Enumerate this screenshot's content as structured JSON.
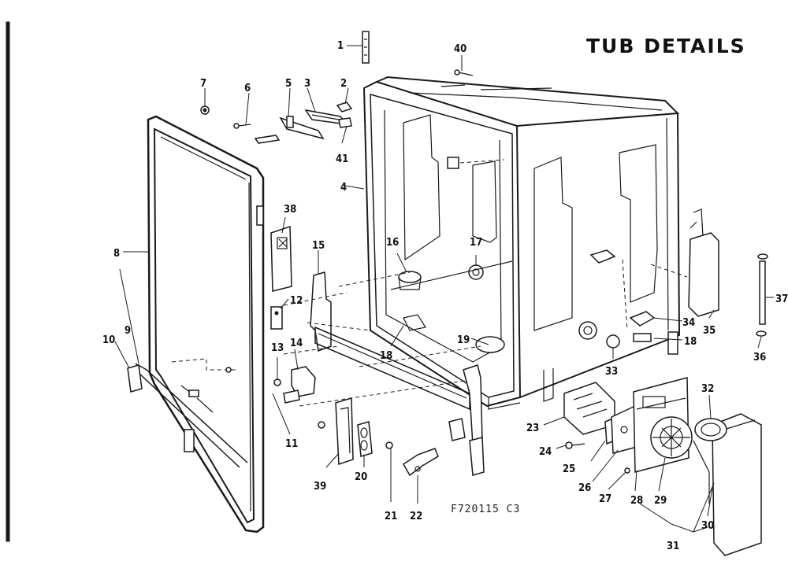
{
  "title": "TUB DETAILS",
  "drawing_code": "F720115   C3",
  "callouts": [
    "1",
    "2",
    "3",
    "4",
    "5",
    "6",
    "7",
    "8",
    "9",
    "10",
    "11",
    "12",
    "13",
    "14",
    "15",
    "16",
    "17",
    "18",
    "18",
    "19",
    "20",
    "21",
    "22",
    "23",
    "24",
    "25",
    "26",
    "27",
    "28",
    "29",
    "30",
    "31",
    "32",
    "33",
    "34",
    "35",
    "36",
    "37",
    "38",
    "39",
    "40",
    "41"
  ],
  "colors": {
    "ink": "#1a1a1a",
    "paper": "#ffffff"
  }
}
